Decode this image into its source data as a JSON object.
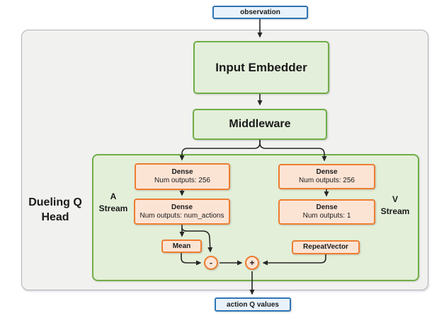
{
  "diagram": {
    "observation_label": "observation",
    "input_embedder_label": "Input Embedder",
    "middleware_label": "Middleware",
    "dueling_head_label_line1": "Dueling Q",
    "dueling_head_label_line2": "Head",
    "a_stream_label_line1": "A",
    "a_stream_label_line2": "Stream",
    "v_stream_label_line1": "V",
    "v_stream_label_line2": "Stream",
    "a_stream_dense1": {
      "title": "Dense",
      "subtitle": "Num outputs: 256"
    },
    "a_stream_dense2": {
      "title": "Dense",
      "subtitle": "Num outputs: num_actions"
    },
    "v_stream_dense1": {
      "title": "Dense",
      "subtitle": "Num outputs: 256"
    },
    "v_stream_dense2": {
      "title": "Dense",
      "subtitle": "Num outputs: 1"
    },
    "mean_label": "Mean",
    "repeat_vector_label": "RepeatVector",
    "minus_operator": "-",
    "plus_operator": "+",
    "action_q_values_label": "action Q values"
  },
  "colors": {
    "blue_border": "#2E75B6",
    "blue_fill": "#E9F2FB",
    "green_border": "#70AD47",
    "green_fill": "#E2EFDA",
    "orange_border": "#ED7D31",
    "orange_fill": "#FCE4D6",
    "outer_container_fill": "#F1F1F0",
    "outer_container_border": "#B3B3B3",
    "arrow": "#262626"
  }
}
